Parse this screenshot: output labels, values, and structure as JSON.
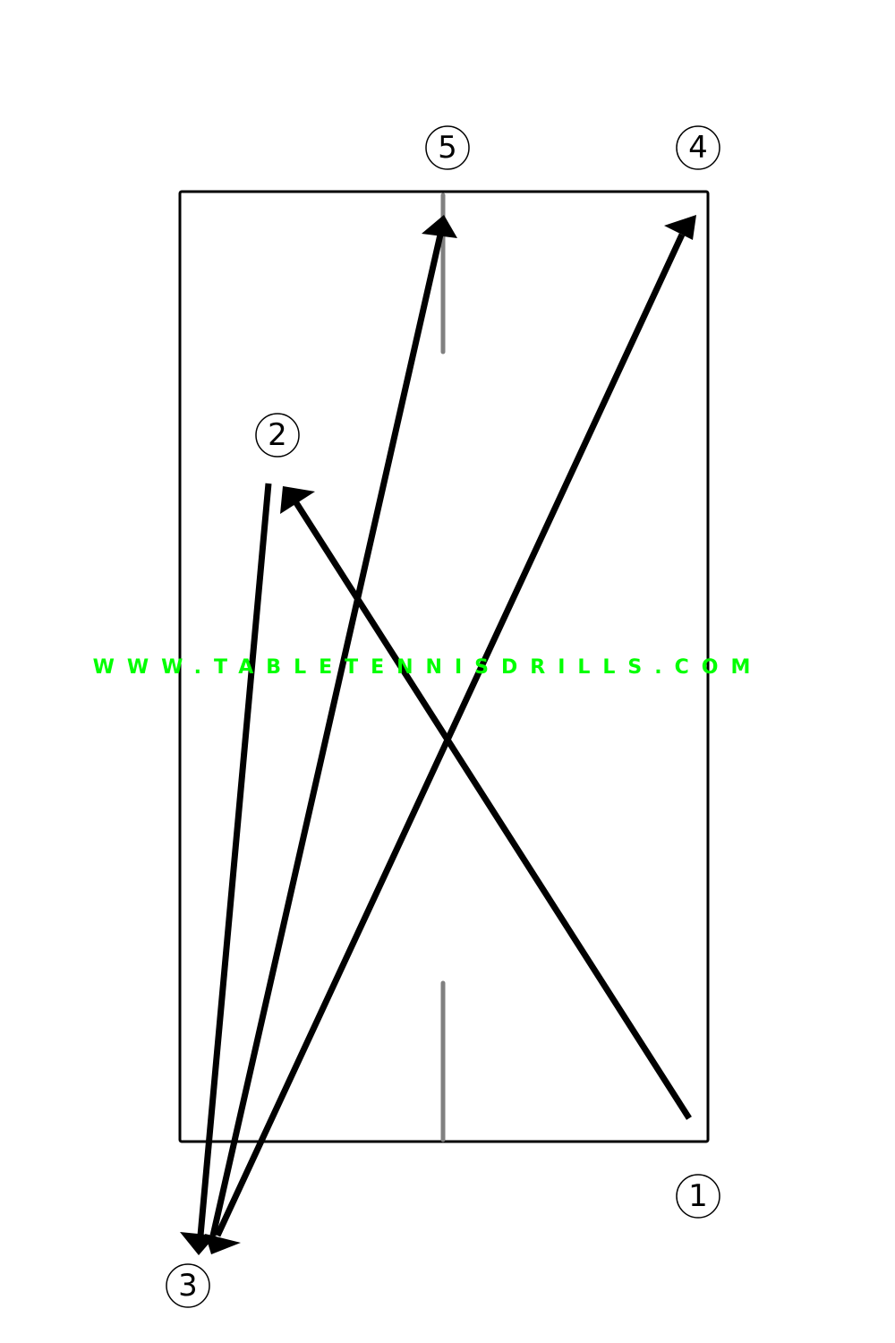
{
  "watermark": {
    "text": "WWW.TABLETENNISDRILLS.COM",
    "color": "#00ff00"
  },
  "markers": [
    {
      "id": "1",
      "label": "1"
    },
    {
      "id": "2",
      "label": "2"
    },
    {
      "id": "3",
      "label": "3"
    },
    {
      "id": "4",
      "label": "4"
    },
    {
      "id": "5",
      "label": "5"
    }
  ],
  "sequence": [
    {
      "from": "1",
      "to": "2"
    },
    {
      "from": "2",
      "to": "3"
    },
    {
      "from": "3",
      "to": "4"
    },
    {
      "from": "4",
      "to": "3"
    },
    {
      "from": "3",
      "to": "5"
    },
    {
      "from": "5",
      "to": "3"
    }
  ],
  "colors": {
    "line": "#000000",
    "table_outline": "#000000",
    "center_line": "#808080"
  }
}
